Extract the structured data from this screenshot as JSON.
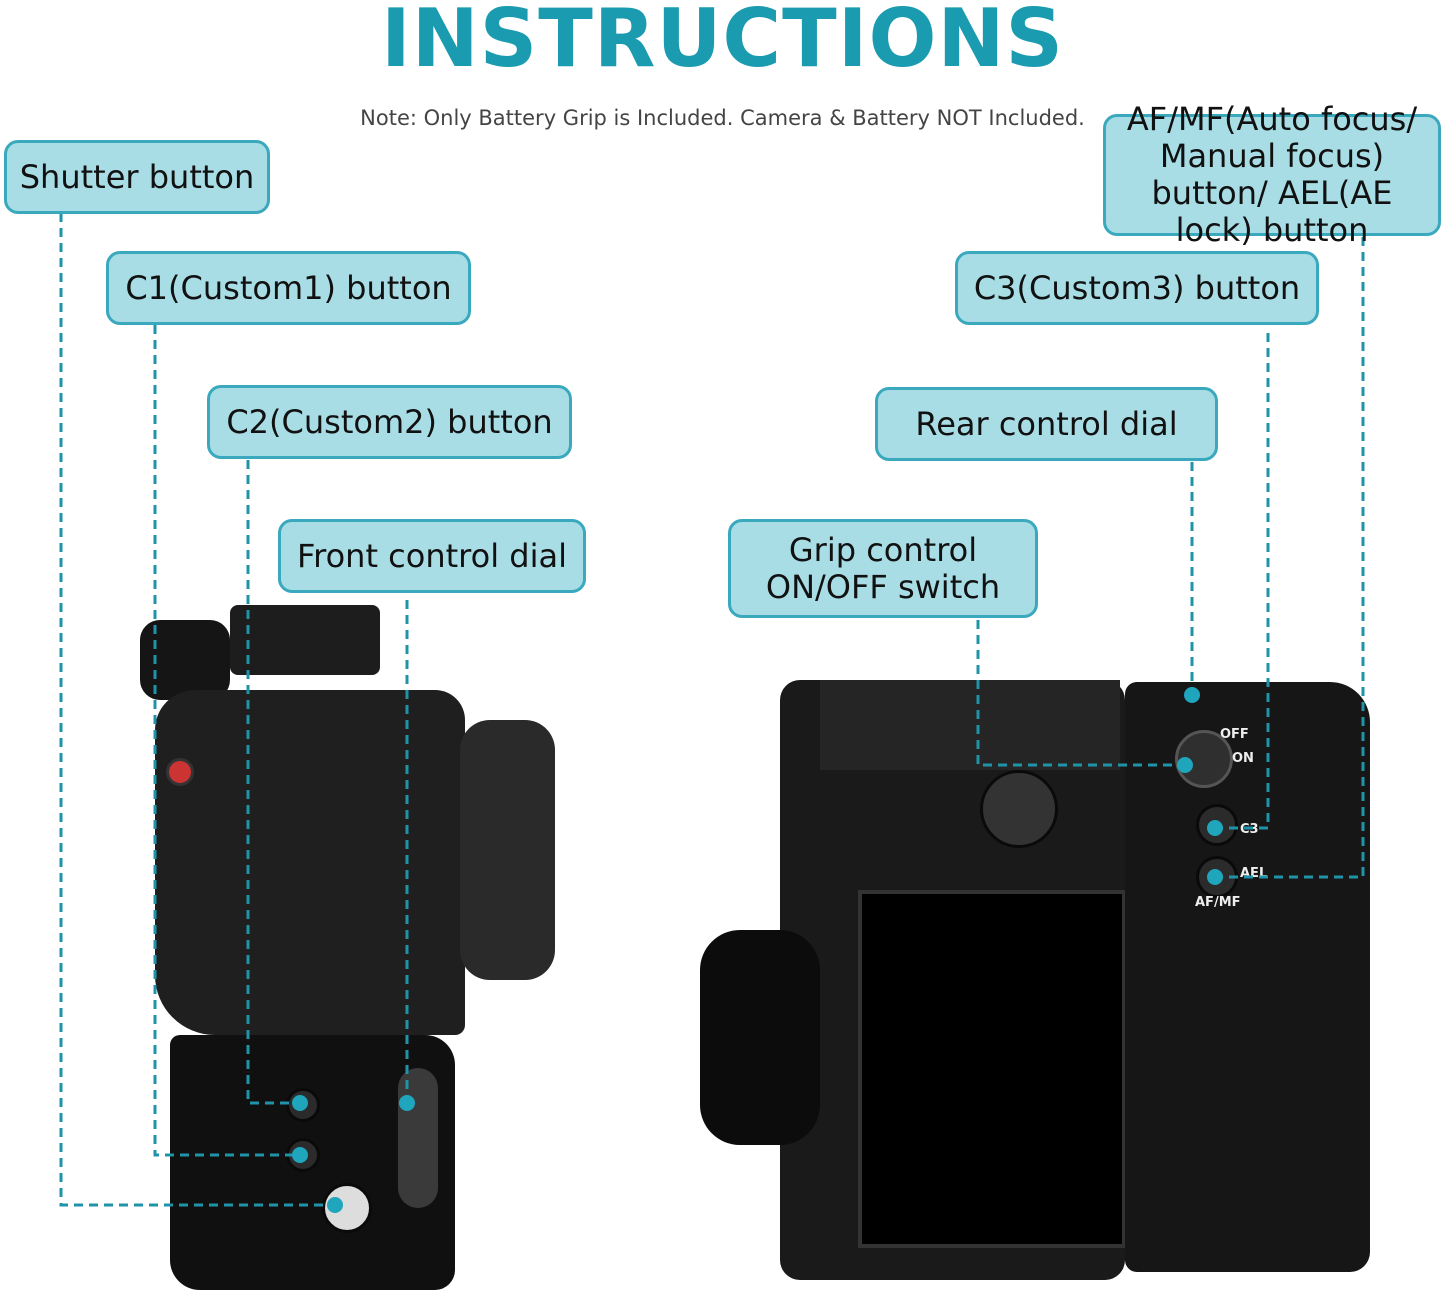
{
  "title": "INSTRUCTIONS",
  "note": "Note: Only Battery Grip is Included. Camera & Battery NOT Included.",
  "labels": {
    "shutter": "Shutter button",
    "c1": "C1(Custom1) button",
    "c2": "C2(Custom2) button",
    "front_dial": "Front control dial",
    "af_mf": "AF/MF(Auto focus/ Manual focus) button/ AEL(AE lock) button",
    "c3": "C3(Custom3) button",
    "rear_dial": "Rear control dial",
    "grip_switch": "Grip control ON/OFF switch"
  },
  "grip_markings": {
    "off": "OFF",
    "on": "ON",
    "c3": "C3",
    "ael": "AEL",
    "afmf": "AF/MF"
  },
  "colors": {
    "title": "#1a9bb0",
    "label_fill": "#a8dde6",
    "label_border": "#3aa9bd",
    "leader": "#1f93a8"
  }
}
